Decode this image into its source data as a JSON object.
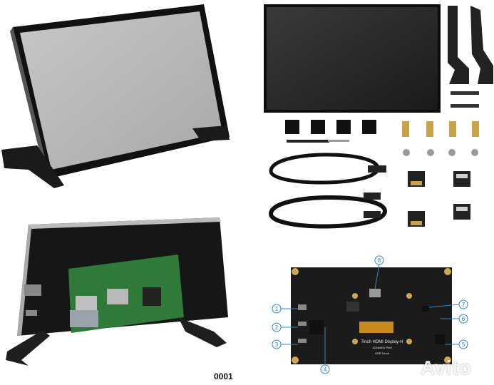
{
  "caption": "0001",
  "watermark": {
    "text": "Avito"
  },
  "board": {
    "title": "7inch HDMI Display-H",
    "resolution": "1024x600 Pixel",
    "touch": "USB Touch"
  },
  "callouts": [
    "1",
    "2",
    "3",
    "4",
    "5",
    "6",
    "7",
    "8"
  ],
  "colors": {
    "callout": "#2f86c9",
    "board": "#1b1b1b",
    "screen": "#b5b5b5"
  }
}
